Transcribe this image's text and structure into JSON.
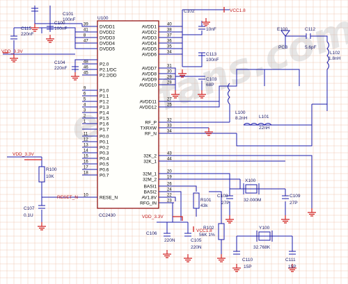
{
  "chip": {
    "ref": "U100",
    "part": "CC2430",
    "left_pins": [
      {
        "num": "39",
        "name": "DVDD1"
      },
      {
        "num": "41",
        "name": "DVDD2"
      },
      {
        "num": "8",
        "name": "DVDD3"
      },
      {
        "num": "47",
        "name": "DVDD4"
      },
      {
        "num": "",
        "name": "DVDD5"
      },
      {
        "num": "48",
        "name": "P2.0"
      },
      {
        "num": "46",
        "name": "P2.1/DC"
      },
      {
        "num": "45",
        "name": "P2.2/DD"
      },
      {
        "num": "9",
        "name": "P1.0"
      },
      {
        "num": "6",
        "name": "P1.1"
      },
      {
        "num": "5",
        "name": "P1.2"
      },
      {
        "num": "4",
        "name": "P1.3"
      },
      {
        "num": "3",
        "name": "P1.4"
      },
      {
        "num": "2",
        "name": "P1.5"
      },
      {
        "num": "1",
        "name": "P1.6"
      },
      {
        "num": "",
        "name": "P1.7"
      },
      {
        "num": "11",
        "name": "P0.0"
      },
      {
        "num": "12",
        "name": "P0.1"
      },
      {
        "num": "13",
        "name": "P0.2"
      },
      {
        "num": "14",
        "name": "P0.3"
      },
      {
        "num": "15",
        "name": "P0.4"
      },
      {
        "num": "16",
        "name": "P0.5"
      },
      {
        "num": "17",
        "name": "P0.6"
      },
      {
        "num": "18",
        "name": "P0.7"
      },
      {
        "num": "10",
        "name": "RESE_N"
      }
    ],
    "right_pins": [
      {
        "num": "40",
        "name": "AVDD1"
      },
      {
        "num": "38",
        "name": "AVDD2"
      },
      {
        "num": "37",
        "name": "AVDD3"
      },
      {
        "num": "36",
        "name": "AVDD4"
      },
      {
        "num": "35",
        "name": "AVDD5"
      },
      {
        "num": "34",
        "name": "AVDD6"
      },
      {
        "num": "31",
        "name": "AVDD7"
      },
      {
        "num": "30",
        "name": "AVDD8"
      },
      {
        "num": "29",
        "name": "AVDD9"
      },
      {
        "num": "28",
        "name": "AVDD10"
      },
      {
        "num": "27",
        "name": "AVDD11"
      },
      {
        "num": "25",
        "name": "AVDD12"
      },
      {
        "num": "32",
        "name": "RF_P"
      },
      {
        "num": "33",
        "name": "TXRXW"
      },
      {
        "num": "34",
        "name": "RF_N"
      },
      {
        "num": "43",
        "name": "32K_2"
      },
      {
        "num": "44",
        "name": "32K_1"
      },
      {
        "num": "20",
        "name": "32M_1"
      },
      {
        "num": "19",
        "name": "32M_2"
      },
      {
        "num": "26",
        "name": "BASI1"
      },
      {
        "num": "24",
        "name": "BASI2"
      },
      {
        "num": "22",
        "name": "AV1.8V"
      },
      {
        "num": "23",
        "name": "RFG_IN"
      }
    ]
  },
  "labels": {
    "c101_ref": "C101",
    "c101_val": "100nF",
    "c100_ref": "C100",
    "c100_val": "100nF",
    "c115_ref": "C115",
    "c115_val": "220nF",
    "c104_ref": "C104",
    "c104_val": "220nF",
    "c102_ref": "C102",
    "c102_val": "10nF",
    "c113_ref": "C113",
    "c113_val": "100nF",
    "c103_ref": "C103",
    "c103_val": "68P",
    "c112_ref": "C112",
    "c112_val": "5.6pF",
    "e100_ref": "E100",
    "e100_val": "PCB",
    "l102_ref": "L102",
    "l102_val": "1.8nH",
    "l100_ref": "L100",
    "l100_val": "8.2nH",
    "l101_ref": "L101",
    "l101_val": "22nH",
    "r100_ref": "R100",
    "r100_val": "10K",
    "c107_ref": "C107",
    "c107_val": "0.1U",
    "r101_ref": "R101",
    "r101_val": "43k",
    "r102_ref": "R102",
    "r102_val": "56K 1%",
    "c106_ref": "C106",
    "c106_val": "220N",
    "c105_ref": "C105",
    "c105_val": "220N",
    "c108_ref": "C108",
    "c108_val": "27P",
    "c109_ref": "C109",
    "c109_val": "27P",
    "x100_ref": "X100",
    "x100_val": "32.000M",
    "y100_ref": "Y100",
    "y100_val": "32.768K",
    "c110_ref": "C110",
    "c110_val": "15P",
    "c111_ref": "C111",
    "c111_val": "15P"
  },
  "nets": {
    "vdd33_a": "VDD_3.3V",
    "vdd33_b": "VDD_3.3V",
    "vdd33_c": "VDD_3.3V",
    "vcc18_a": "VCC1.8",
    "vcc18_b": "VCC1.8",
    "reset": "RESET_N"
  },
  "watermark": "elecfans.com",
  "colors": {
    "wire": "#1a1aa8",
    "power": "#d02020",
    "chip_border": "#8a0000",
    "grid": "#f0c8b4"
  }
}
